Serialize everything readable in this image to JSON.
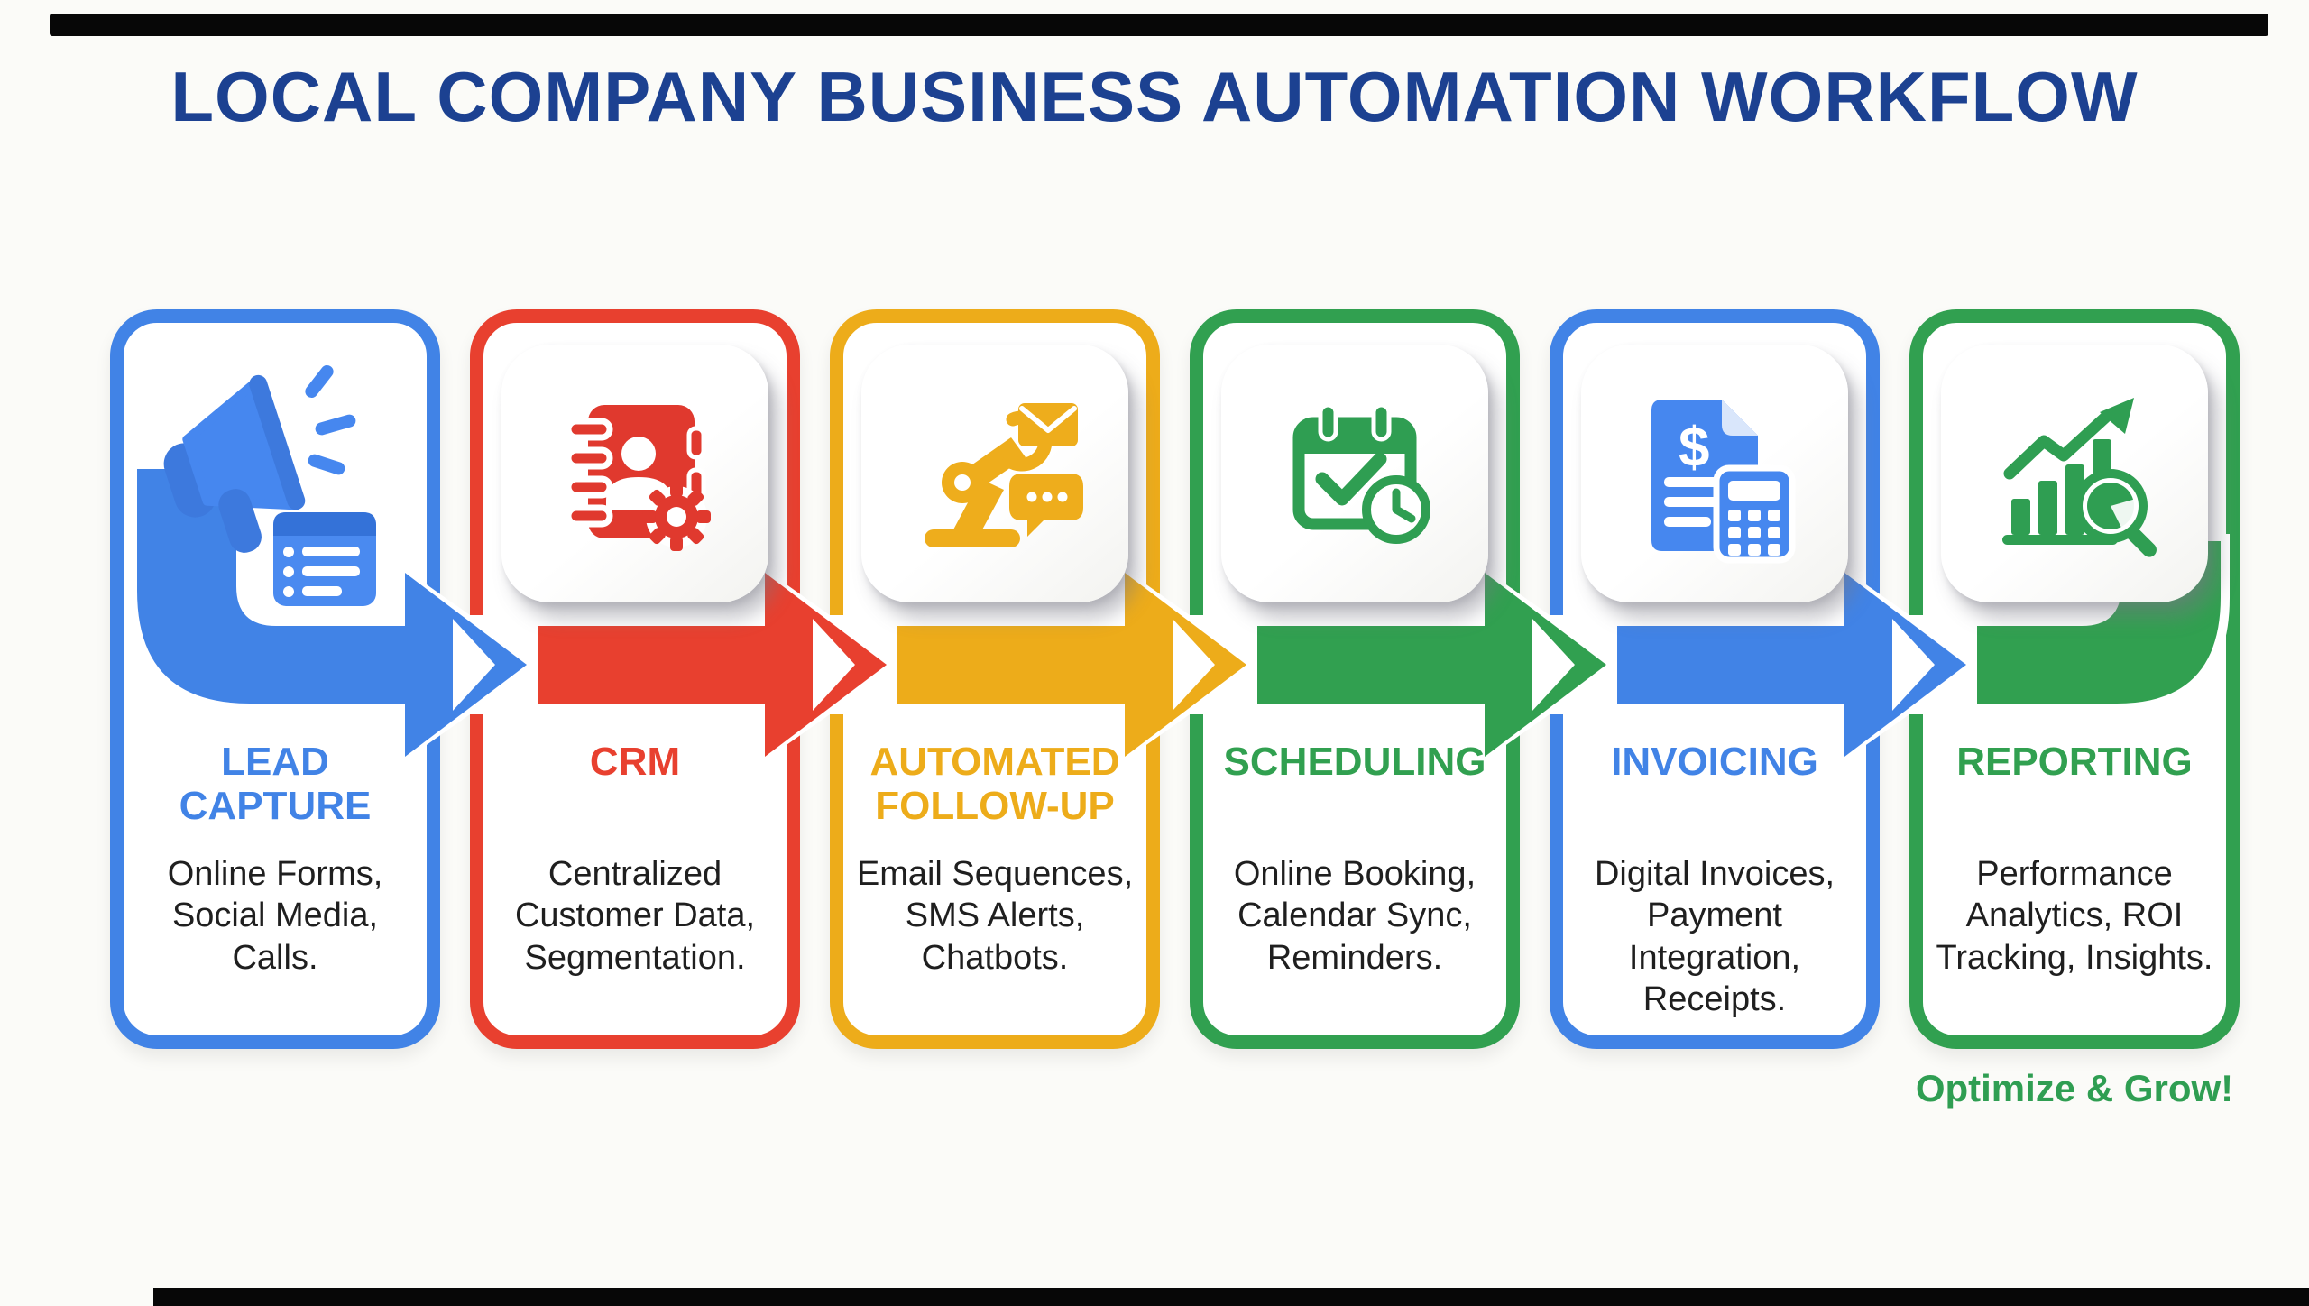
{
  "page": {
    "title": "LOCAL COMPANY BUSINESS AUTOMATION WORKFLOW",
    "footer_note": "Optimize & Grow!"
  },
  "workflow": {
    "steps": [
      {
        "title": "LEAD CAPTURE",
        "description": "Online Forms, Social Media, Calls.",
        "color": "#4183e6",
        "icon": "megaphone-announcement-icon"
      },
      {
        "title": "CRM",
        "description": "Centralized Customer Data, Segmentation.",
        "color": "#e8402f",
        "icon": "contact-book-gear-icon"
      },
      {
        "title": "AUTOMATED FOLLOW-UP",
        "description": "Email Sequences, SMS Alerts, Chatbots.",
        "color": "#edac1a",
        "icon": "robot-arm-messaging-icon"
      },
      {
        "title": "SCHEDULING",
        "description": "Online Booking, Calendar Sync, Reminders.",
        "color": "#31a050",
        "icon": "calendar-check-clock-icon"
      },
      {
        "title": "INVOICING",
        "description": "Digital Invoices, Payment Integration, Receipts.",
        "color": "#4183e6",
        "icon": "invoice-calculator-icon"
      },
      {
        "title": "REPORTING",
        "description": "Performance Analytics, ROI Tracking, Insights.",
        "color": "#31a050",
        "icon": "analytics-magnifier-icon"
      }
    ]
  },
  "icons": {
    "dollar_glyph": "$"
  },
  "colors": {
    "accent_blue": "#4183e6",
    "accent_red": "#e8402f",
    "accent_gold": "#edac1a",
    "accent_green": "#31a050",
    "title_navy": "#1c4191",
    "body_text": "#1f1f1f",
    "background": "#fbfbf8",
    "bar_black": "#070707"
  }
}
